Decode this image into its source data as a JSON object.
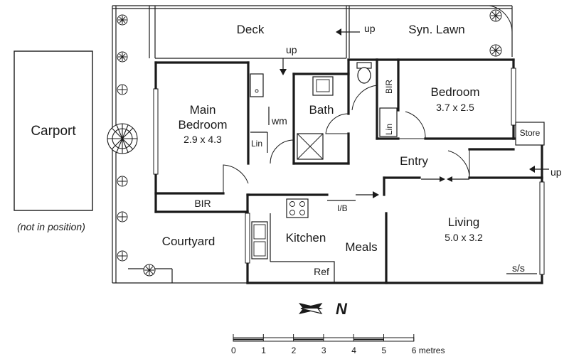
{
  "rooms": {
    "deck": "Deck",
    "syn_lawn": "Syn. Lawn",
    "carport": "Carport",
    "carport_note": "(not in position)",
    "main_bedroom_line1": "Main",
    "main_bedroom_line2": "Bedroom",
    "main_bedroom_size": "2.9 x 4.3",
    "bath": "Bath",
    "bedroom": "Bedroom",
    "bedroom_size": "3.7 x 2.5",
    "entry": "Entry",
    "living": "Living",
    "living_size": "5.0 x 3.2",
    "kitchen": "Kitchen",
    "meals": "Meals",
    "courtyard": "Courtyard"
  },
  "fixtures": {
    "wm": "wm",
    "lin_main": "Lin",
    "bir_main": "BIR",
    "bir_bedroom": "BIR",
    "lin_bedroom": "Lin",
    "store": "Store",
    "ib": "I/B",
    "ref": "Ref",
    "ss": "s/s"
  },
  "stairs": {
    "up_deck": "up",
    "up_lawn": "up",
    "up_store": "up"
  },
  "compass": {
    "letter": "N"
  },
  "scale_bar": {
    "labels": [
      "0",
      "1",
      "2",
      "3",
      "4",
      "5"
    ],
    "last_label": "6 metres"
  }
}
